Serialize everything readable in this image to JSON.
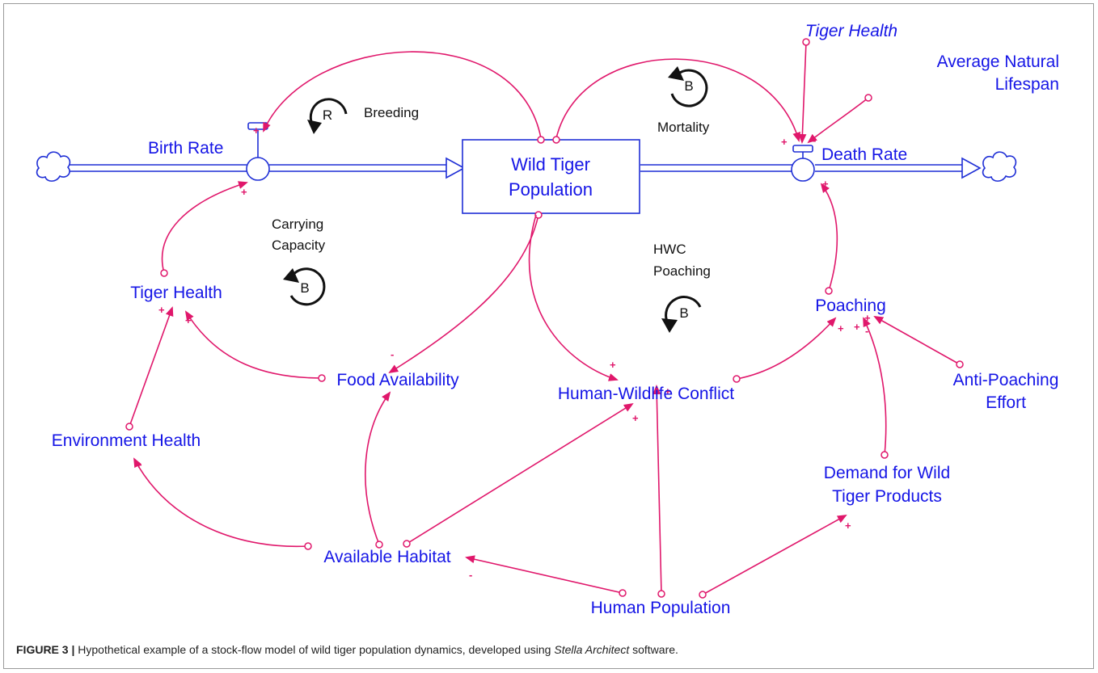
{
  "stock": {
    "line1": "Wild Tiger",
    "line2": "Population"
  },
  "variables": {
    "birth_rate": "Birth Rate",
    "death_rate": "Death Rate",
    "tiger_health_left": "Tiger Health",
    "tiger_health_top": "Tiger Health",
    "average_lifespan_line1": "Average Natural",
    "average_lifespan_line2": "Lifespan",
    "food_availability": "Food Availability",
    "environment_health": "Environment Health",
    "available_habitat": "Available Habitat",
    "human_population": "Human Population",
    "human_wildlife_conflict": "Human-Wildlife Conflict",
    "poaching": "Poaching",
    "anti_poaching_line1": "Anti-Poaching",
    "anti_poaching_line2": "Effort",
    "demand_line1": "Demand for Wild",
    "demand_line2": "Tiger Products"
  },
  "loops": {
    "breeding": {
      "name": "Breeding",
      "type": "R"
    },
    "mortality": {
      "name": "Mortality",
      "type": "B"
    },
    "carrying_capacity": {
      "line1": "Carrying",
      "line2": "Capacity",
      "type": "B"
    },
    "hwc_poaching": {
      "line1": "HWC",
      "line2": "Poaching",
      "type": "B"
    }
  },
  "signs": {
    "plus": "+",
    "minus": "-"
  },
  "caption": {
    "figure_label": "FIGURE 3 |",
    "text_before": " Hypothetical example of a stock-flow model of wild tiger population dynamics, developed using ",
    "software": "Stella Architect",
    "text_after": " software."
  },
  "colors": {
    "variable_text": "#1515e6",
    "link": "#e0176b",
    "flow": "#1f2fd6",
    "loop_text": "#111111"
  },
  "icons": [
    "cloud-source-icon",
    "cloud-sink-icon",
    "valve-icon",
    "loop-arrow-icon"
  ]
}
